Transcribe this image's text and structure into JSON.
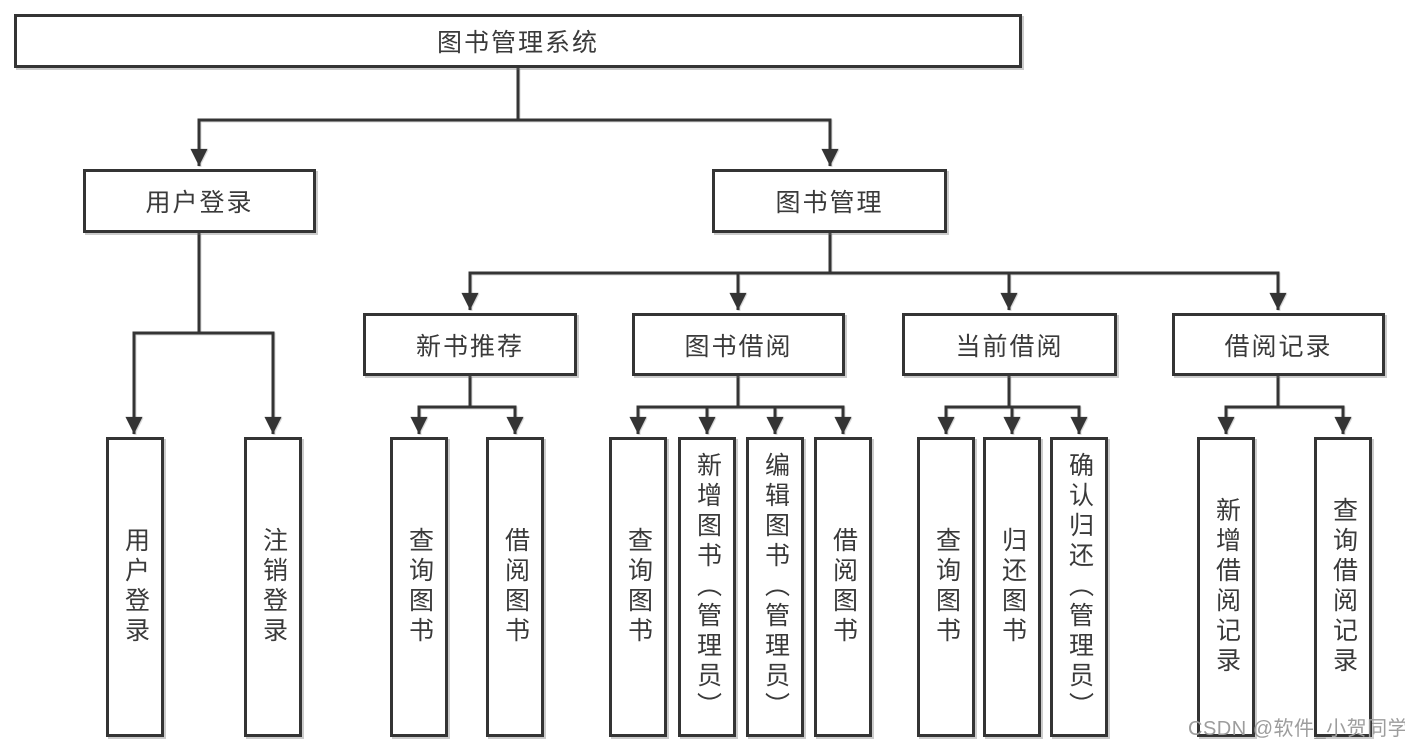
{
  "tree": {
    "label": "图书管理系统",
    "children": [
      {
        "label": "用户登录",
        "children": [
          {
            "label": "用户登录"
          },
          {
            "label": "注销登录"
          }
        ]
      },
      {
        "label": "图书管理",
        "children": [
          {
            "label": "新书推荐",
            "children": [
              {
                "label": "查询图书"
              },
              {
                "label": "借阅图书"
              }
            ]
          },
          {
            "label": "图书借阅",
            "children": [
              {
                "label": "查询图书"
              },
              {
                "label": "新增图书（管理员）"
              },
              {
                "label": "编辑图书（管理员）"
              },
              {
                "label": "借阅图书"
              }
            ]
          },
          {
            "label": "当前借阅",
            "children": [
              {
                "label": "查询图书"
              },
              {
                "label": "归还图书"
              },
              {
                "label": "确认归还（管理员）"
              }
            ]
          },
          {
            "label": "借阅记录",
            "children": [
              {
                "label": "新增借阅记录"
              },
              {
                "label": "查询借阅记录"
              }
            ]
          }
        ]
      }
    ]
  },
  "watermark": {
    "text": "CSDN @软件_小贺同学",
    "color": "#9d9d9d"
  },
  "colors": {
    "line": "#343434",
    "text": "#3a3a3a",
    "box_background": "#ffffff",
    "page_background": "#ffffff"
  }
}
